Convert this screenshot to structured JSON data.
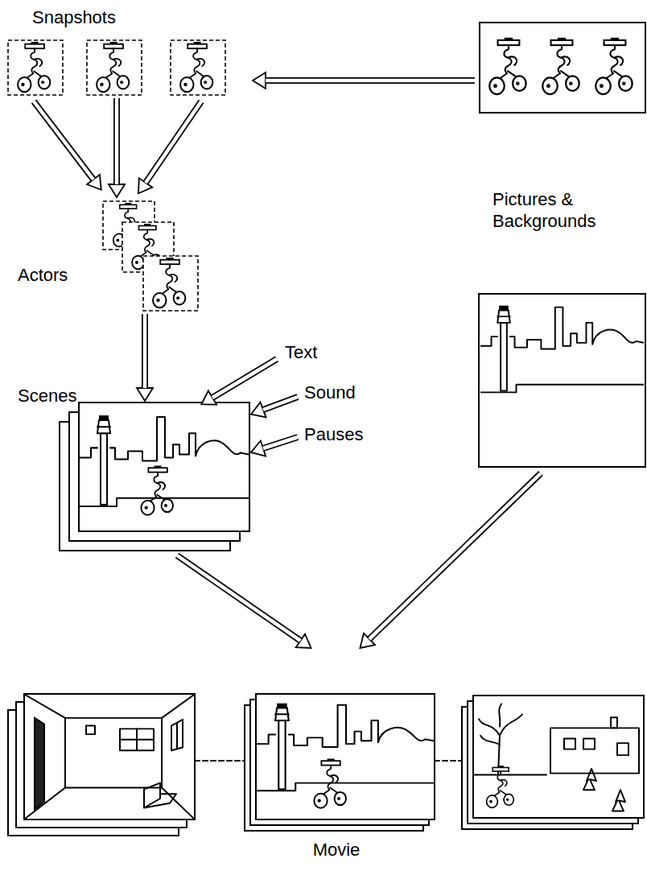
{
  "diagram": {
    "nodes": [
      {
        "text": [
          "Snapshots"
        ]
      },
      {
        "text": [
          "Actors"
        ]
      },
      {
        "text": [
          "Scenes"
        ]
      },
      {
        "text": [
          "Pictures & Backgrounds"
        ]
      },
      {
        "text": [
          "Movie"
        ]
      }
    ],
    "edges": [
      {
        "from": 3,
        "to": 0,
        "arrow": "to"
      },
      {
        "from": 0,
        "to": 1,
        "arrow": "to"
      },
      {
        "from": 1,
        "to": 2,
        "arrow": "to"
      },
      {
        "from": 2,
        "to": 4,
        "arrow": "to"
      },
      {
        "from": 3,
        "to": 4,
        "arrow": "to"
      }
    ],
    "labels": [
      "Text",
      "Sound",
      "Pauses"
    ]
  }
}
